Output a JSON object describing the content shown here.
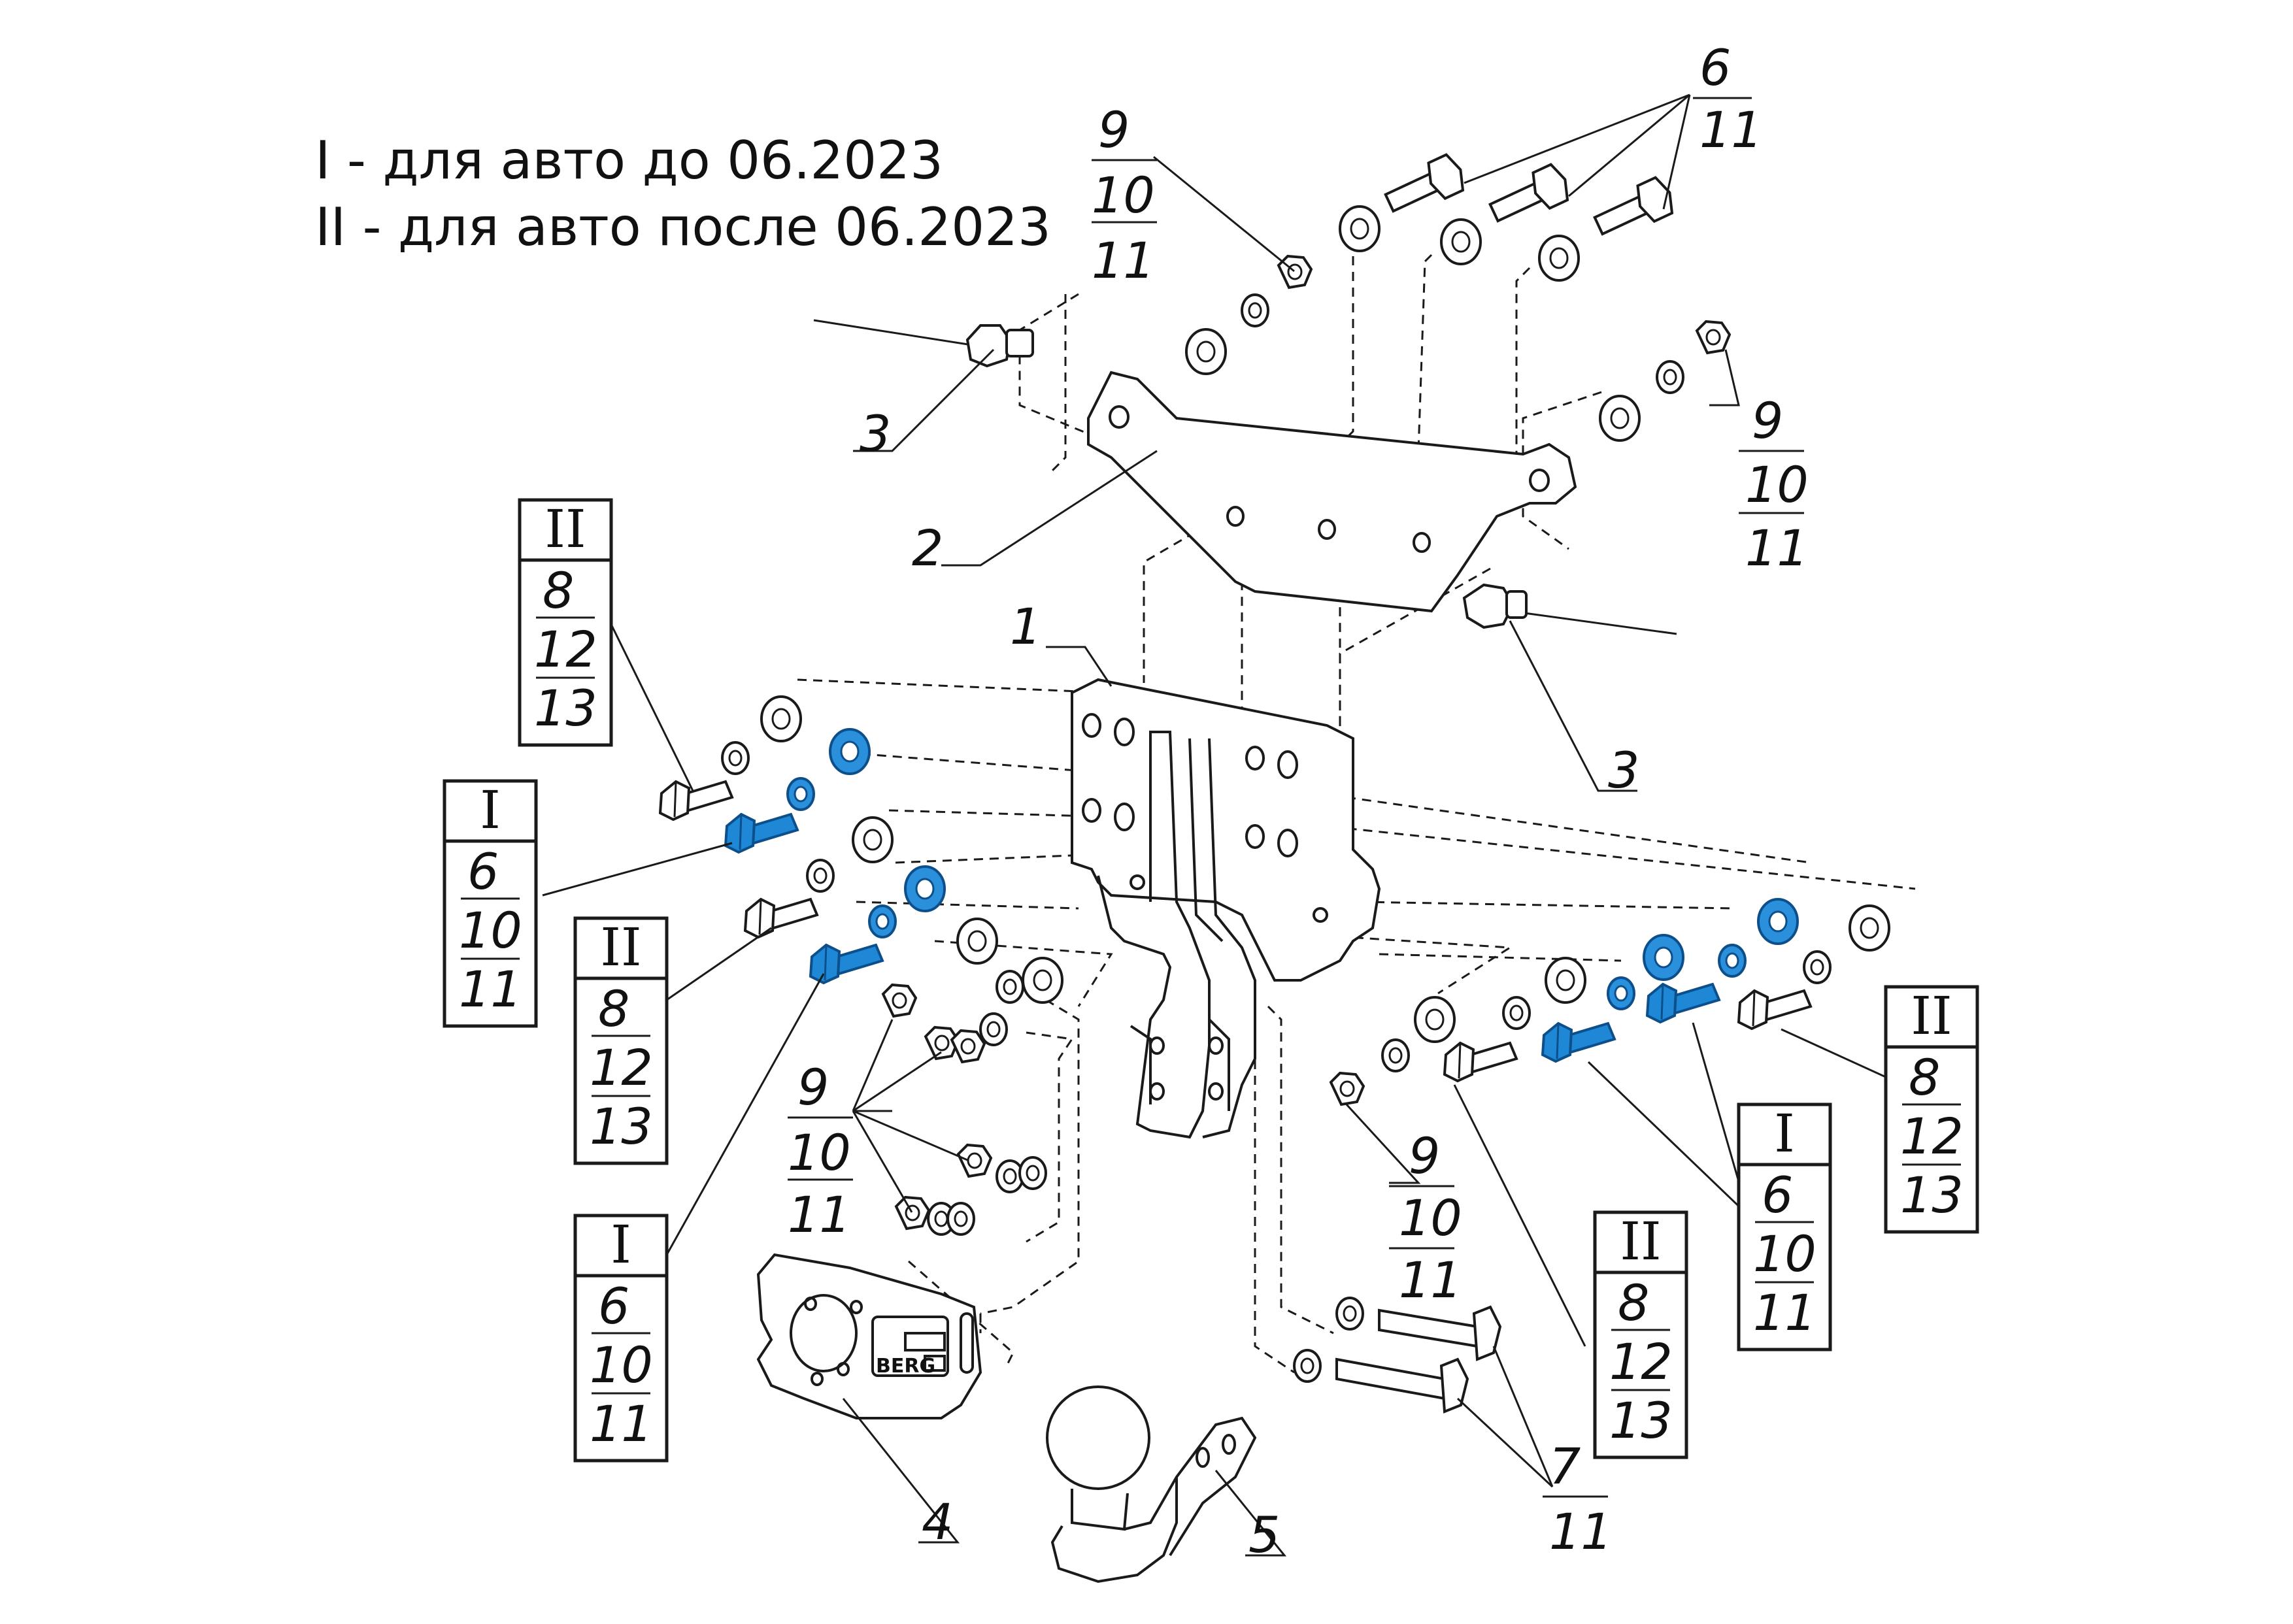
{
  "legend": [
    "I - для авто до 06.2023",
    "II - для авто после 06.2023"
  ],
  "colors": {
    "line": "#1a1a1a",
    "highlight": "#1e88d6",
    "highlight_dark": "#0d4f8a"
  },
  "callouts": {
    "part_1": "1",
    "part_2": "2",
    "part_3_left": "3",
    "part_3_right": "3",
    "part_4": "4",
    "part_5": "5",
    "top_right": [
      "6",
      "11"
    ],
    "top_left_nut": [
      "9",
      "10",
      "11"
    ],
    "right_nut": [
      "9",
      "10",
      "11"
    ],
    "left_nuts": [
      "9",
      "10",
      "11"
    ],
    "center_nut": [
      "9",
      "10",
      "11"
    ],
    "long_bolts": [
      "7",
      "11"
    ]
  },
  "boxes": {
    "left_upper_II": {
      "variant": "II",
      "items": [
        "8",
        "12",
        "13"
      ]
    },
    "left_I": {
      "variant": "I",
      "items": [
        "6",
        "10",
        "11"
      ]
    },
    "left_middle_II": {
      "variant": "II",
      "items": [
        "8",
        "12",
        "13"
      ]
    },
    "left_lower_I": {
      "variant": "I",
      "items": [
        "6",
        "10",
        "11"
      ]
    },
    "center_II": {
      "variant": "II",
      "items": [
        "8",
        "12",
        "13"
      ]
    },
    "right_I": {
      "variant": "I",
      "items": [
        "6",
        "10",
        "11"
      ]
    },
    "right_II": {
      "variant": "II",
      "items": [
        "8",
        "12",
        "13"
      ]
    }
  },
  "socket_brand": "BERG"
}
